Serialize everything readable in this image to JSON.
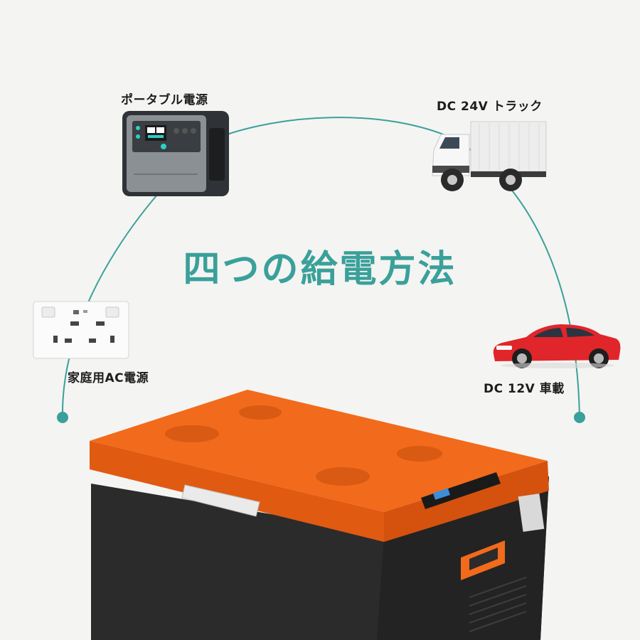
{
  "headline": "四つの給電方法",
  "colors": {
    "accent": "#3aa09a",
    "cooler_lid": "#f26a1b",
    "cooler_body": "#2b2b2b",
    "car_body": "#e0262a",
    "background": "#f4f4f2"
  },
  "sources": {
    "portable_power": {
      "label": "ポータブル電源",
      "icon": "portable-power-station"
    },
    "truck": {
      "label": "DC 24V トラック",
      "icon": "truck"
    },
    "car": {
      "label": "DC 12V 車載",
      "icon": "car"
    },
    "household": {
      "label": "家庭用AC電源",
      "icon": "wall-outlet"
    }
  },
  "product": {
    "icon": "portable-fridge-cooler"
  }
}
